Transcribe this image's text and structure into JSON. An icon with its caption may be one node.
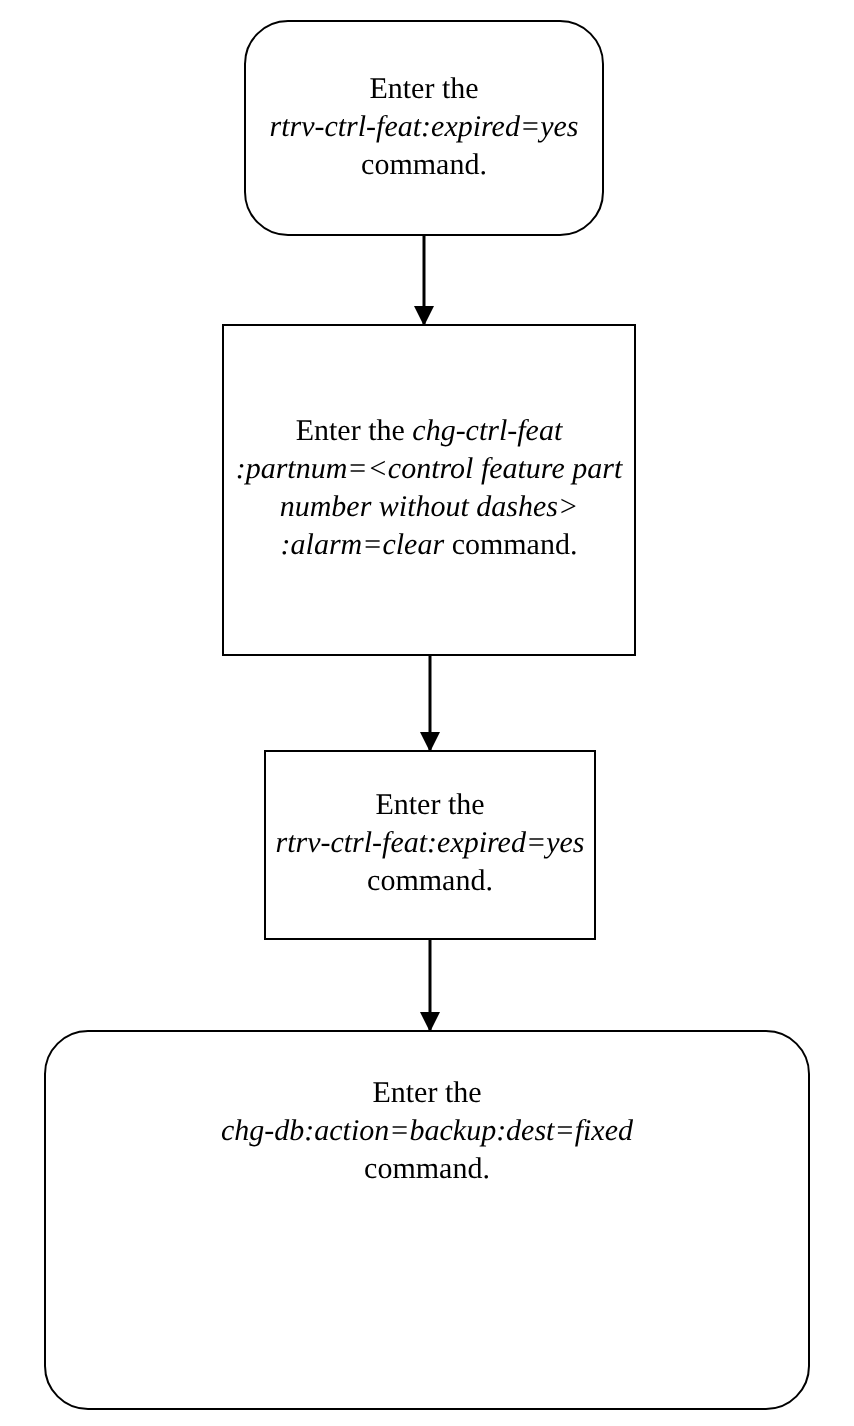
{
  "diagram": {
    "nodes": [
      {
        "text": [
          "Enter the *rtrv-ctrl-feat:expired=yes* command."
        ]
      },
      {
        "text": [
          "Enter the *chg-ctrl-feat :partnum=<control feature part number without dashes> :alarm=clear* command."
        ]
      },
      {
        "text": [
          "Enter the *rtrv-ctrl-feat:expired=yes* command."
        ]
      },
      {
        "text": [
          "Enter the *chg-db:action=backup:dest=fixed* command."
        ]
      }
    ],
    "edges": [
      {
        "from": 0,
        "to": 1,
        "arrow": "to"
      },
      {
        "from": 1,
        "to": 2,
        "arrow": "to"
      },
      {
        "from": 2,
        "to": 3,
        "arrow": "to"
      }
    ]
  }
}
